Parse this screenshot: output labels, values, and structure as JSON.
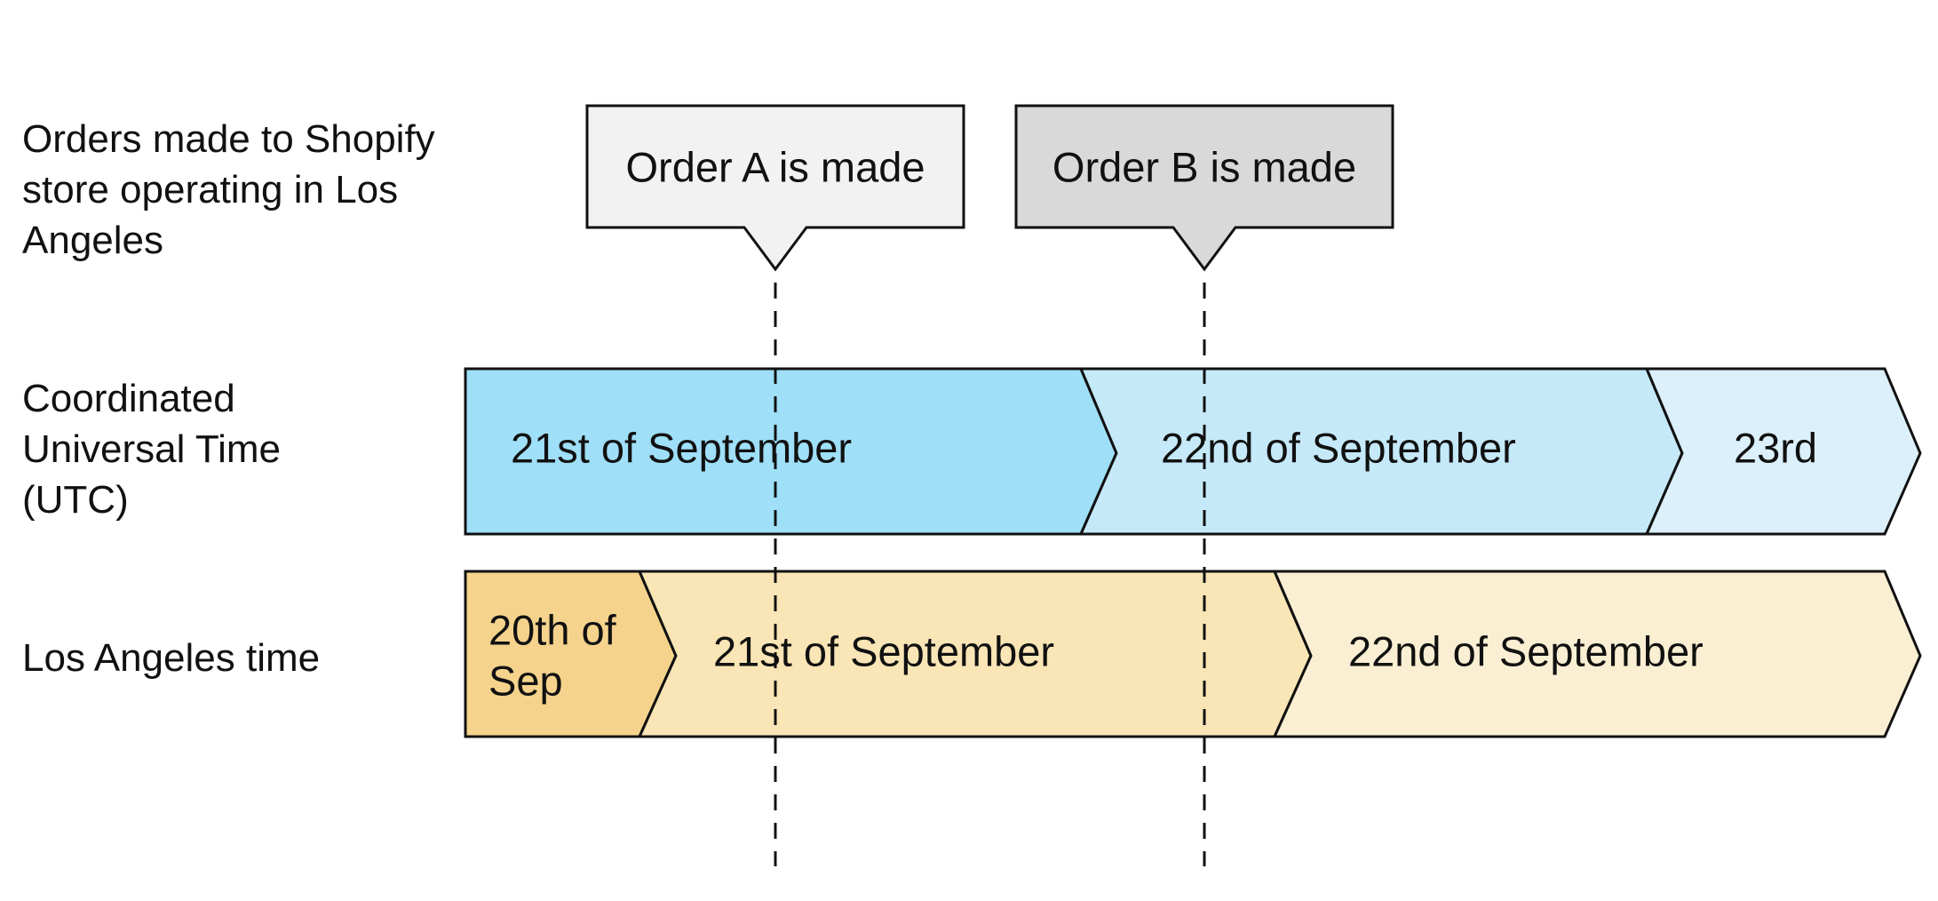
{
  "row_labels": {
    "orders": "Orders made to Shopify\nstore operating in Los\nAngeles",
    "utc": "Coordinated\nUniversal Time\n(UTC)",
    "la": "Los Angeles time"
  },
  "callouts": {
    "order_a": "Order A is made",
    "order_b": "Order B is made"
  },
  "utc_segments": {
    "sep21": "21st of September",
    "sep22": "22nd of September",
    "sep23": "23rd"
  },
  "la_segments": {
    "sep20_line1": "20th of",
    "sep20_line2": "Sep",
    "sep21": "21st of September",
    "sep22": "22nd of September"
  },
  "colors": {
    "utc_dark": "#9fdff7",
    "utc_mid": "#c5e9f8",
    "utc_light": "#dbf0fb",
    "la_dark": "#f5d38c",
    "la_mid": "#f9e5b5",
    "la_light": "#faefd2",
    "callout_a": "#f2f2f2",
    "callout_b": "#d9d9d9"
  }
}
